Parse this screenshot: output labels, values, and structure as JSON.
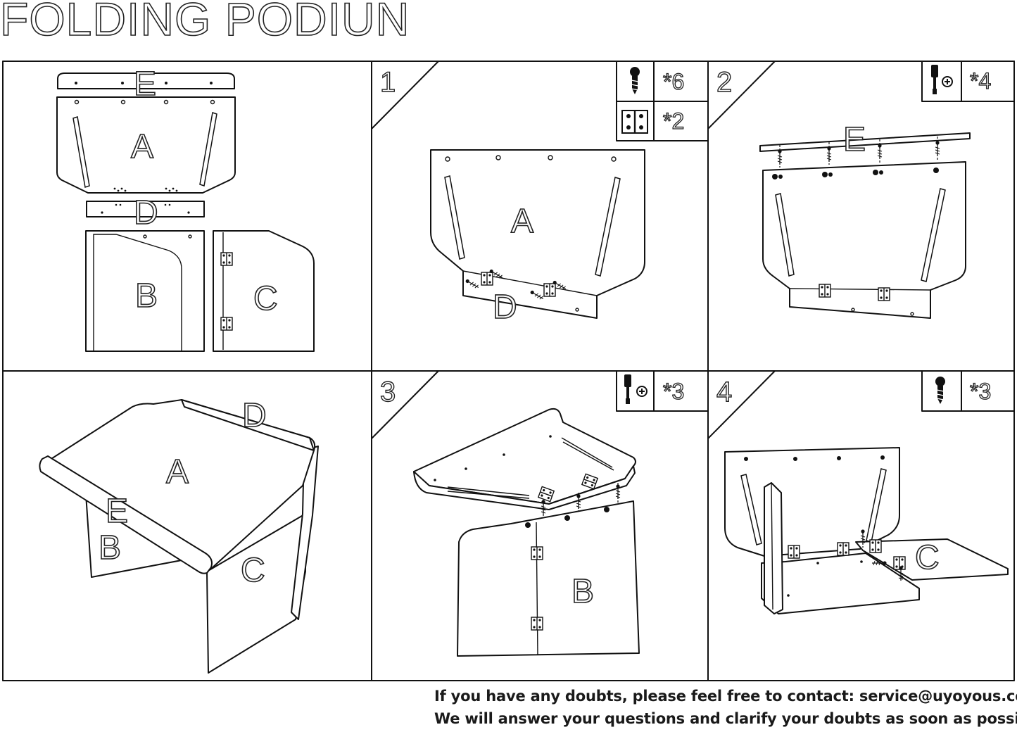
{
  "title": "FOLDING PODIUN",
  "part_labels": {
    "A": "A",
    "B": "B",
    "C": "C",
    "D": "D",
    "E": "E"
  },
  "steps": [
    {
      "number": "1",
      "hardware": [
        {
          "icon": "screw-icon",
          "qty": "*6"
        },
        {
          "icon": "hinge-icon",
          "qty": "*2"
        }
      ]
    },
    {
      "number": "2",
      "hardware": [
        {
          "icon": "screwdriver-icon",
          "qty": "*4"
        }
      ]
    },
    {
      "number": "3",
      "hardware": [
        {
          "icon": "screwdriver-icon",
          "qty": "*3"
        }
      ]
    },
    {
      "number": "4",
      "hardware": [
        {
          "icon": "screw-icon",
          "qty": "*3"
        }
      ]
    }
  ],
  "footer": {
    "line1": "If you have any doubts, please feel free to contact: service@uyoyous.com",
    "line2": "We will answer your questions and clarify your doubts as soon as possible"
  }
}
